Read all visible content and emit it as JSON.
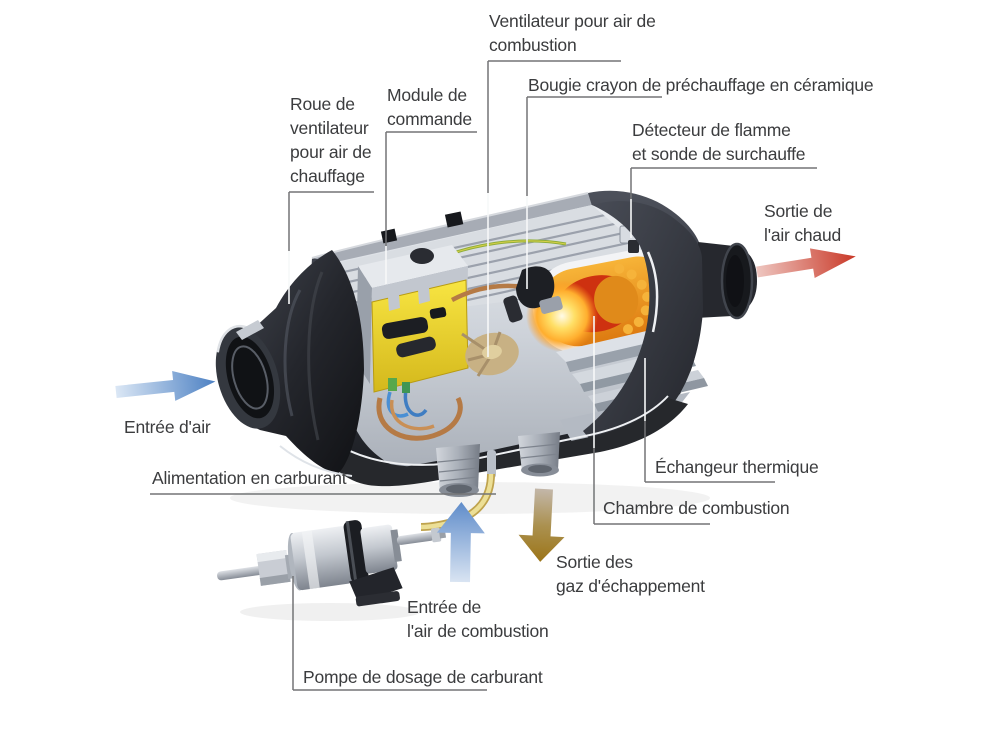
{
  "diagram": {
    "subject": "cutaway-diesel-air-heater",
    "labels": {
      "ventilateur_combustion": {
        "lines": [
          "Ventilateur pour air de",
          "combustion"
        ]
      },
      "bougie": {
        "lines": [
          "Bougie crayon de préchauffage en céramique"
        ]
      },
      "detecteur": {
        "lines": [
          "Détecteur de flamme",
          "et sonde de surchauffe"
        ]
      },
      "roue": {
        "lines": [
          "Roue de",
          "ventilateur",
          "pour air de",
          "chauffage"
        ]
      },
      "module": {
        "lines": [
          "Module de",
          "commande"
        ]
      },
      "sortie_air_chaud": {
        "lines": [
          "Sortie de",
          "l'air chaud"
        ]
      },
      "entree_air": {
        "lines": [
          "Entrée d'air"
        ]
      },
      "alimentation": {
        "lines": [
          "Alimentation en carburant"
        ]
      },
      "echangeur": {
        "lines": [
          "Échangeur thermique"
        ]
      },
      "chambre": {
        "lines": [
          "Chambre de combustion"
        ]
      },
      "sortie_gaz": {
        "lines": [
          "Sortie des",
          "gaz d'échappement"
        ]
      },
      "entree_combustion": {
        "lines": [
          "Entrée de",
          "l'air de combustion"
        ]
      },
      "pompe": {
        "lines": [
          "Pompe de dosage de carburant"
        ]
      }
    },
    "arrows": {
      "air_in": {
        "meaning": "cold air intake",
        "color": "#4d81c3"
      },
      "hot_air_out": {
        "meaning": "hot air outlet",
        "color": "#c93827"
      },
      "combustion_air_in": {
        "meaning": "combustion air intake",
        "color": "#5f8cca"
      },
      "exhaust_out": {
        "meaning": "exhaust gas outlet",
        "color": "#9c7518"
      }
    },
    "colors": {
      "text": "#3b3c3e",
      "leader_line": "#737476",
      "leader_line_on_device": "#f7f8f9",
      "shell_dark": "#26282e",
      "interior_silver": "#c6cbd3",
      "control_module_yellow": "#f2d92e",
      "combustion_orange": "#f09c22",
      "combustion_red": "#ce3110",
      "fuel_line_yellow": "#e5d282"
    }
  }
}
